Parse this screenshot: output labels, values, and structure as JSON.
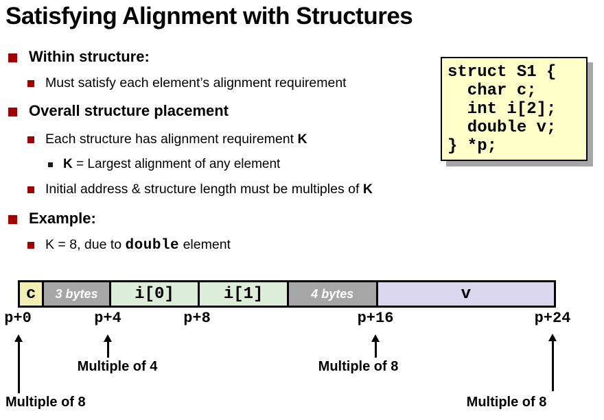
{
  "title": "Satisfying Alignment with Structures",
  "colors": {
    "bullet_red": "#A00000",
    "sub_bullet_black": "#1a1a1a",
    "code_box_bg": "#FFFFC9",
    "code_box_shadow": "#A6A6A6",
    "bar_char_bg": "#F1EFB1",
    "bar_padding_bg": "#A6A6A6",
    "bar_int_bg": "#DCEDD8",
    "bar_double_bg": "#DAD7EE",
    "border_black": "#000000"
  },
  "bullets": {
    "within": {
      "label": "Within structure:"
    },
    "must_satisfy": {
      "label": "Must satisfy each element’s alignment requirement"
    },
    "overall": {
      "label": "Overall structure placement"
    },
    "each_structure": {
      "pre": "Each structure has alignment requirement ",
      "bold": "K"
    },
    "k_largest": {
      "bold": "K",
      "post": " = Largest alignment of any element"
    },
    "initial_address": {
      "pre": "Initial address & structure length must be multiples of ",
      "bold": "K"
    },
    "example": {
      "label": "Example:"
    },
    "k8": {
      "pre": "K = 8, due to ",
      "code": "double",
      "post": " element"
    }
  },
  "code_box": {
    "lines": [
      "struct S1 {",
      "  char c;",
      "  int i[2];",
      "  double v;",
      "} *p;"
    ]
  },
  "memory_bar": {
    "total_bytes": 24,
    "segments": [
      {
        "name": "field-c",
        "label": "c",
        "bytes": 1,
        "kind": "field",
        "color": "#F1EFB1"
      },
      {
        "name": "padding-3",
        "label": "3 bytes",
        "bytes": 3,
        "kind": "padding",
        "color": "#A6A6A6"
      },
      {
        "name": "field-i0",
        "label": "i[0]",
        "bytes": 4,
        "kind": "field",
        "color": "#DCEDD8"
      },
      {
        "name": "field-i1",
        "label": "i[1]",
        "bytes": 4,
        "kind": "field",
        "color": "#DCEDD8"
      },
      {
        "name": "padding-4",
        "label": "4 bytes",
        "bytes": 4,
        "kind": "padding",
        "color": "#A6A6A6"
      },
      {
        "name": "field-v",
        "label": "v",
        "bytes": 8,
        "kind": "field",
        "color": "#DAD7EE"
      }
    ]
  },
  "ticks": [
    {
      "label": "p+0",
      "offset": 0
    },
    {
      "label": "p+4",
      "offset": 4
    },
    {
      "label": "p+8",
      "offset": 8
    },
    {
      "label": "p+16",
      "offset": 16
    },
    {
      "label": "p+24",
      "offset": 24
    }
  ],
  "annotations": {
    "p0": {
      "label": "Multiple of 8"
    },
    "p4": {
      "label": "Multiple of 4"
    },
    "p16": {
      "label": "Multiple of 8"
    },
    "p24": {
      "label": "Multiple of 8"
    }
  }
}
